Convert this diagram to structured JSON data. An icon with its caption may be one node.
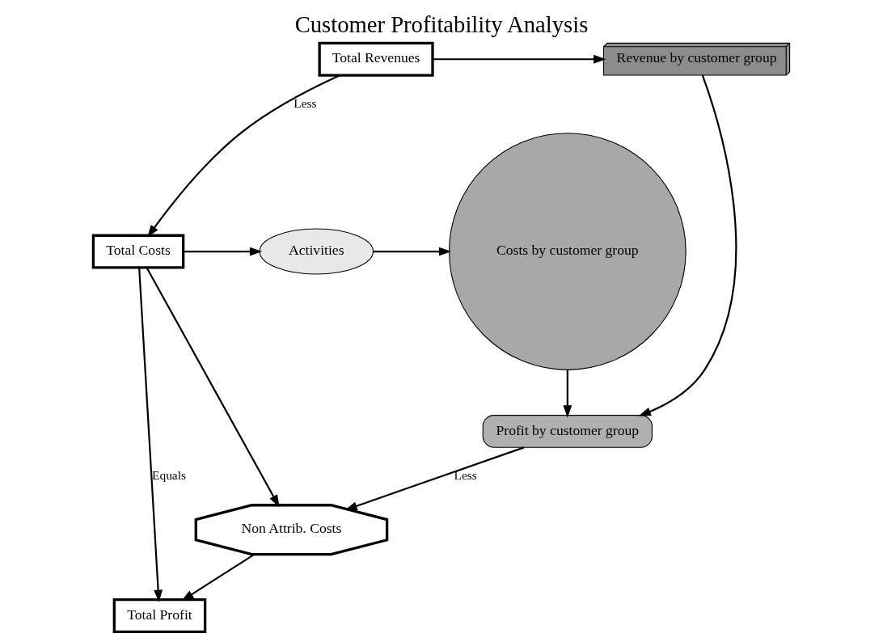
{
  "diagram": {
    "title": "Customer Profitability Analysis",
    "nodes": [
      {
        "text": [
          "Total Revenues"
        ]
      },
      {
        "text": [
          "Total Costs"
        ]
      },
      {
        "text": [
          "Total Profit"
        ]
      },
      {
        "text": [
          "Revenue by customer group"
        ]
      },
      {
        "text": [
          "Activities"
        ]
      },
      {
        "text": [
          "Costs by customer group"
        ]
      },
      {
        "text": [
          "Profit by customer group"
        ]
      },
      {
        "text": [
          "Non Attrib. Costs"
        ]
      }
    ],
    "edges": [
      {
        "from": 0,
        "to": 3,
        "arrow": "to"
      },
      {
        "from": 0,
        "to": 1,
        "arrow": "to",
        "label": "Less"
      },
      {
        "from": 1,
        "to": 2,
        "arrow": "to",
        "label": "Equals"
      },
      {
        "from": 1,
        "to": 4,
        "arrow": "to"
      },
      {
        "from": 4,
        "to": 5,
        "arrow": "to"
      },
      {
        "from": 3,
        "to": 6,
        "arrow": "to"
      },
      {
        "from": 5,
        "to": 6,
        "arrow": "to"
      },
      {
        "from": 6,
        "to": 7,
        "arrow": "to",
        "label": "Less"
      },
      {
        "from": 1,
        "to": 7,
        "arrow": "to"
      },
      {
        "from": 7,
        "to": 2,
        "arrow": "to"
      }
    ]
  }
}
